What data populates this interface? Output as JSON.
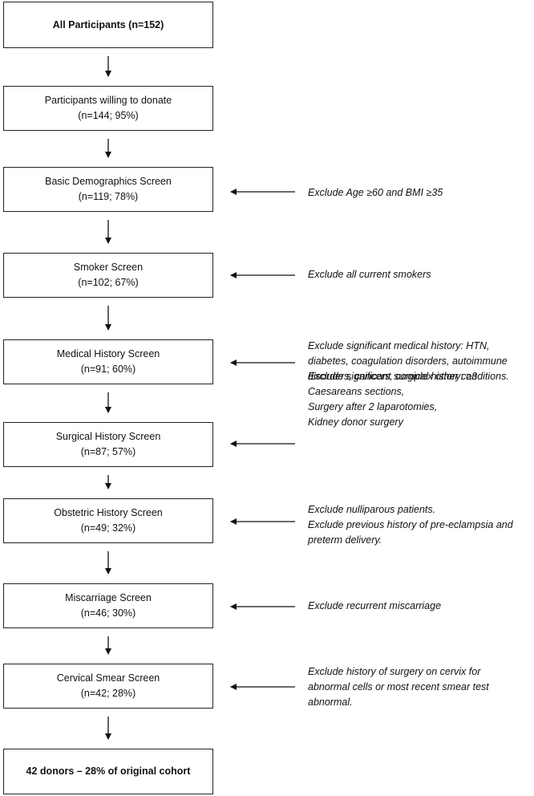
{
  "steps": [
    {
      "line1": "All Participants (n=152)",
      "line2": ""
    },
    {
      "line1": "Participants willing to donate",
      "line2": "(n=144; 95%)"
    },
    {
      "line1": "Basic Demographics Screen",
      "line2": "(n=119; 78%)"
    },
    {
      "line1": "Smoker Screen",
      "line2": "(n=102; 67%)"
    },
    {
      "line1": "Medical History Screen",
      "line2": "(n=91; 60%)"
    },
    {
      "line1": "Surgical History Screen",
      "line2": "(n=87; 57%)"
    },
    {
      "line1": "Obstetric History Screen",
      "line2": "(n=49; 32%)"
    },
    {
      "line1": "Miscarriage Screen",
      "line2": "(n=46; 30%)"
    },
    {
      "line1": "Cervical Smear Screen",
      "line2": "(n=42; 28%)"
    },
    {
      "line1": "42 donors – 28% of original cohort",
      "line2": ""
    }
  ],
  "exclusions": [
    {
      "lines": [
        "Exclude Age ≥60 and BMI ≥35"
      ]
    },
    {
      "lines": [
        "Exclude all current smokers"
      ]
    },
    {
      "lines": [
        "Exclude significant medical history: HTN,",
        "diabetes, coagulation disorders, autoimmune",
        "disorders, cancers, complex other conditions."
      ]
    },
    {
      "lines": [
        "Exclude significant surgical history: ≥3",
        "Caesareans sections,",
        "Surgery after 2 laparotomies,",
        "Kidney donor surgery"
      ]
    },
    {
      "lines": [
        "Exclude nulliparous patients.",
        "Exclude previous history of pre-eclampsia and",
        "preterm delivery."
      ]
    },
    {
      "lines": [
        "Exclude recurrent miscarriage"
      ]
    },
    {
      "lines": [
        "Exclude history of surgery on cervix for",
        "abnormal cells or most recent smear test",
        "abnormal."
      ]
    }
  ]
}
